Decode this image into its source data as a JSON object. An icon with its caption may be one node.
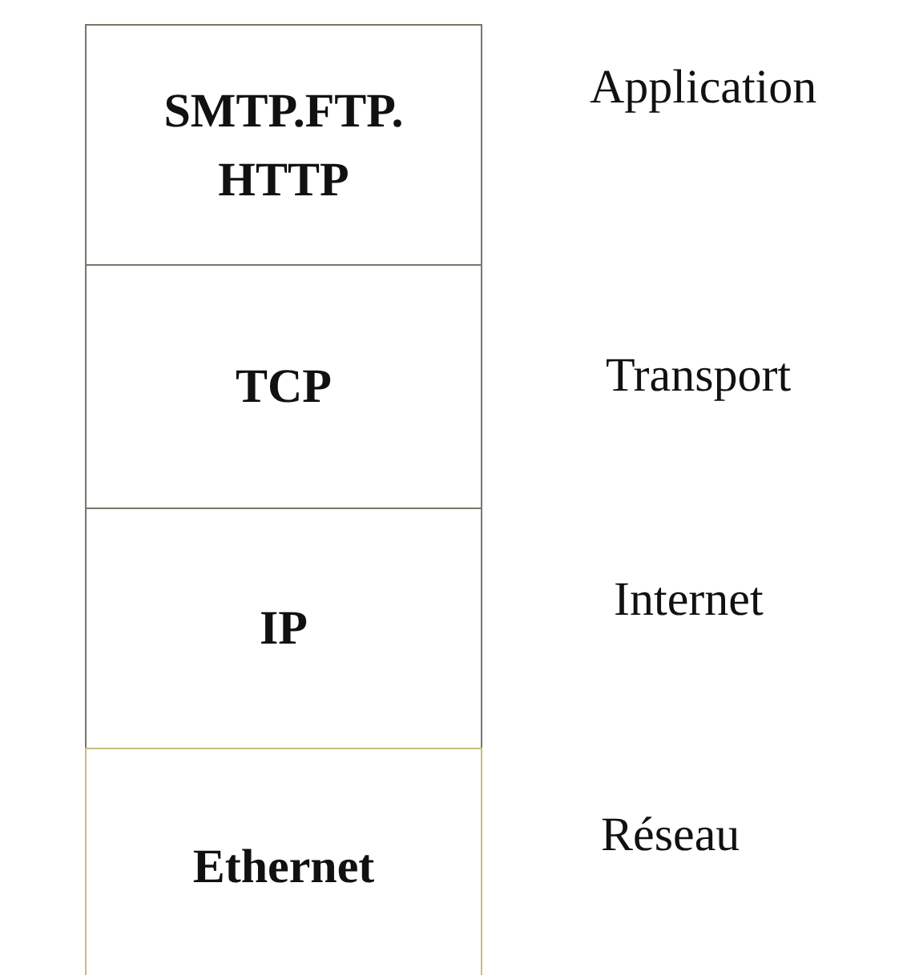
{
  "diagram": {
    "nodes": [
      {
        "text": [
          "SMTP.FTP. HTTP"
        ],
        "beside": [
          "Application"
        ]
      },
      {
        "text": [
          "TCP"
        ],
        "beside": [
          "Transport"
        ]
      },
      {
        "text": [
          "IP"
        ],
        "beside": [
          "Internet"
        ]
      },
      {
        "text": [
          "Ethernet"
        ],
        "beside": [
          "Réseau"
        ]
      }
    ]
  }
}
